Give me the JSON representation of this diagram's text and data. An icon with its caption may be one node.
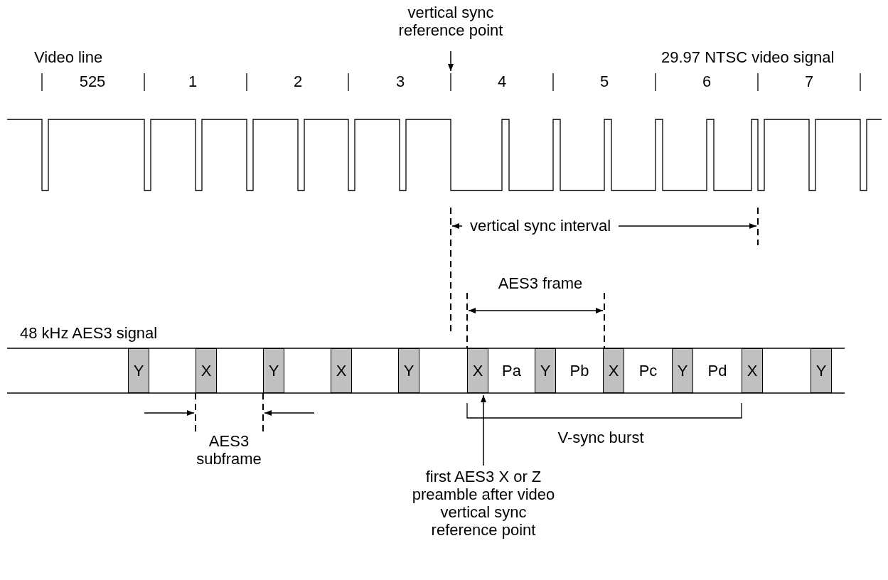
{
  "diagram": {
    "nodes": [
      {
        "text": [
          "vertical sync reference point"
        ]
      },
      {
        "text": [
          "Y"
        ]
      },
      {
        "text": [
          "X"
        ]
      },
      {
        "text": [
          "Y"
        ]
      },
      {
        "text": [
          "X"
        ]
      },
      {
        "text": [
          "Y"
        ]
      },
      {
        "text": [
          "X"
        ]
      },
      {
        "text": [
          "Pa"
        ]
      },
      {
        "text": [
          "Y"
        ]
      },
      {
        "text": [
          "Pb"
        ]
      },
      {
        "text": [
          "X"
        ]
      },
      {
        "text": [
          "Pc"
        ]
      },
      {
        "text": [
          "Y"
        ]
      },
      {
        "text": [
          "Pd"
        ]
      },
      {
        "text": [
          "X"
        ]
      },
      {
        "text": [
          "Y"
        ]
      },
      {
        "text": [
          "first AES3 X or Z preamble after video vertical sync reference point"
        ]
      }
    ],
    "edges": [
      {
        "from": 0,
        "to": null,
        "arrow": "to"
      },
      {
        "from": 16,
        "to": 6,
        "arrow": "to"
      }
    ],
    "labels": [
      "Video line",
      "29.97 NTSC video signal",
      "525",
      "1",
      "2",
      "3",
      "4",
      "5",
      "6",
      "7",
      "vertical sync interval",
      "AES3 frame",
      "48 kHz AES3 signal",
      "AES3 subframe",
      "V-sync burst"
    ]
  }
}
